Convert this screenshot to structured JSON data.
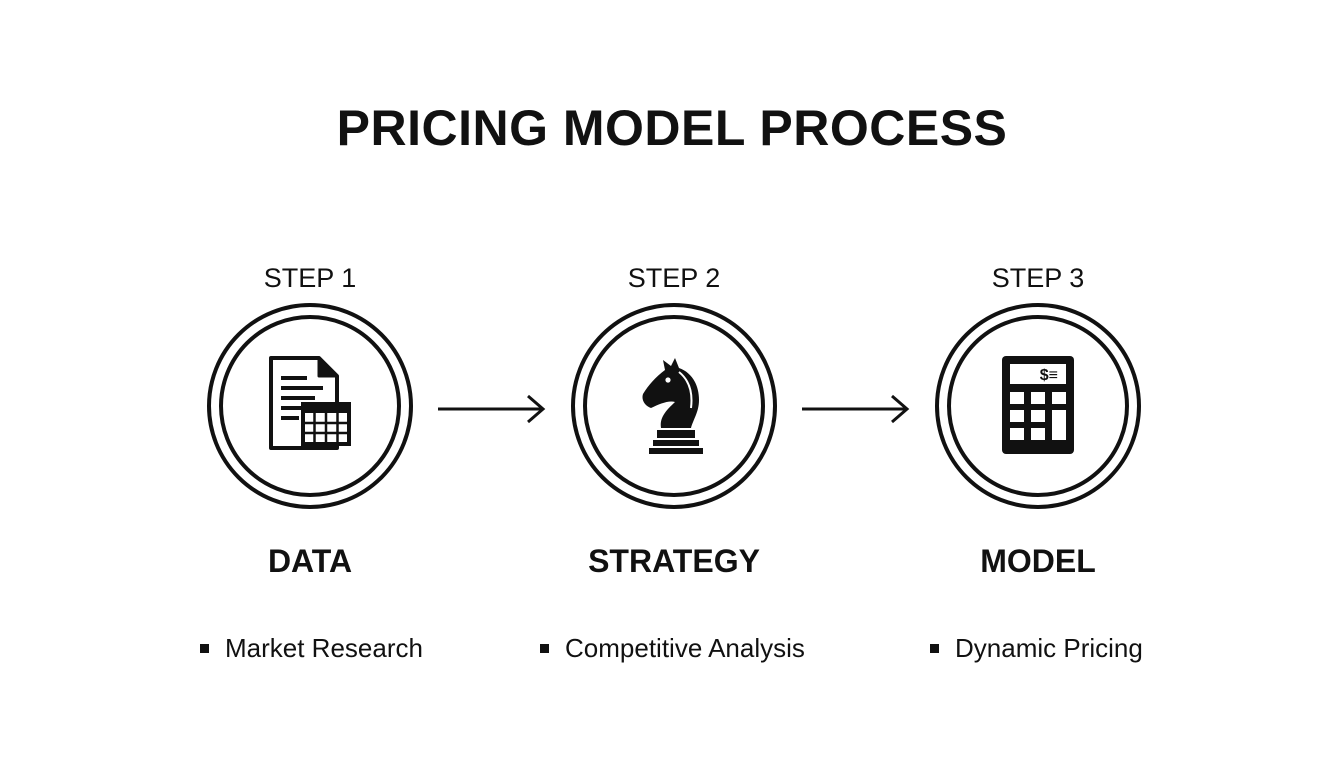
{
  "title": "PRICING MODEL PROCESS",
  "steps": [
    {
      "label": "STEP 1",
      "name": "DATA",
      "icon": "document-spreadsheet-icon",
      "bullet": "Market Research"
    },
    {
      "label": "STEP 2",
      "name": "STRATEGY",
      "icon": "chess-knight-icon",
      "bullet": "Competitive Analysis"
    },
    {
      "label": "STEP 3",
      "name": "MODEL",
      "icon": "calculator-icon",
      "bullet": "Dynamic Pricing"
    }
  ],
  "calculator_display": "$≡",
  "colors": {
    "ink": "#111111",
    "background": "#ffffff"
  }
}
